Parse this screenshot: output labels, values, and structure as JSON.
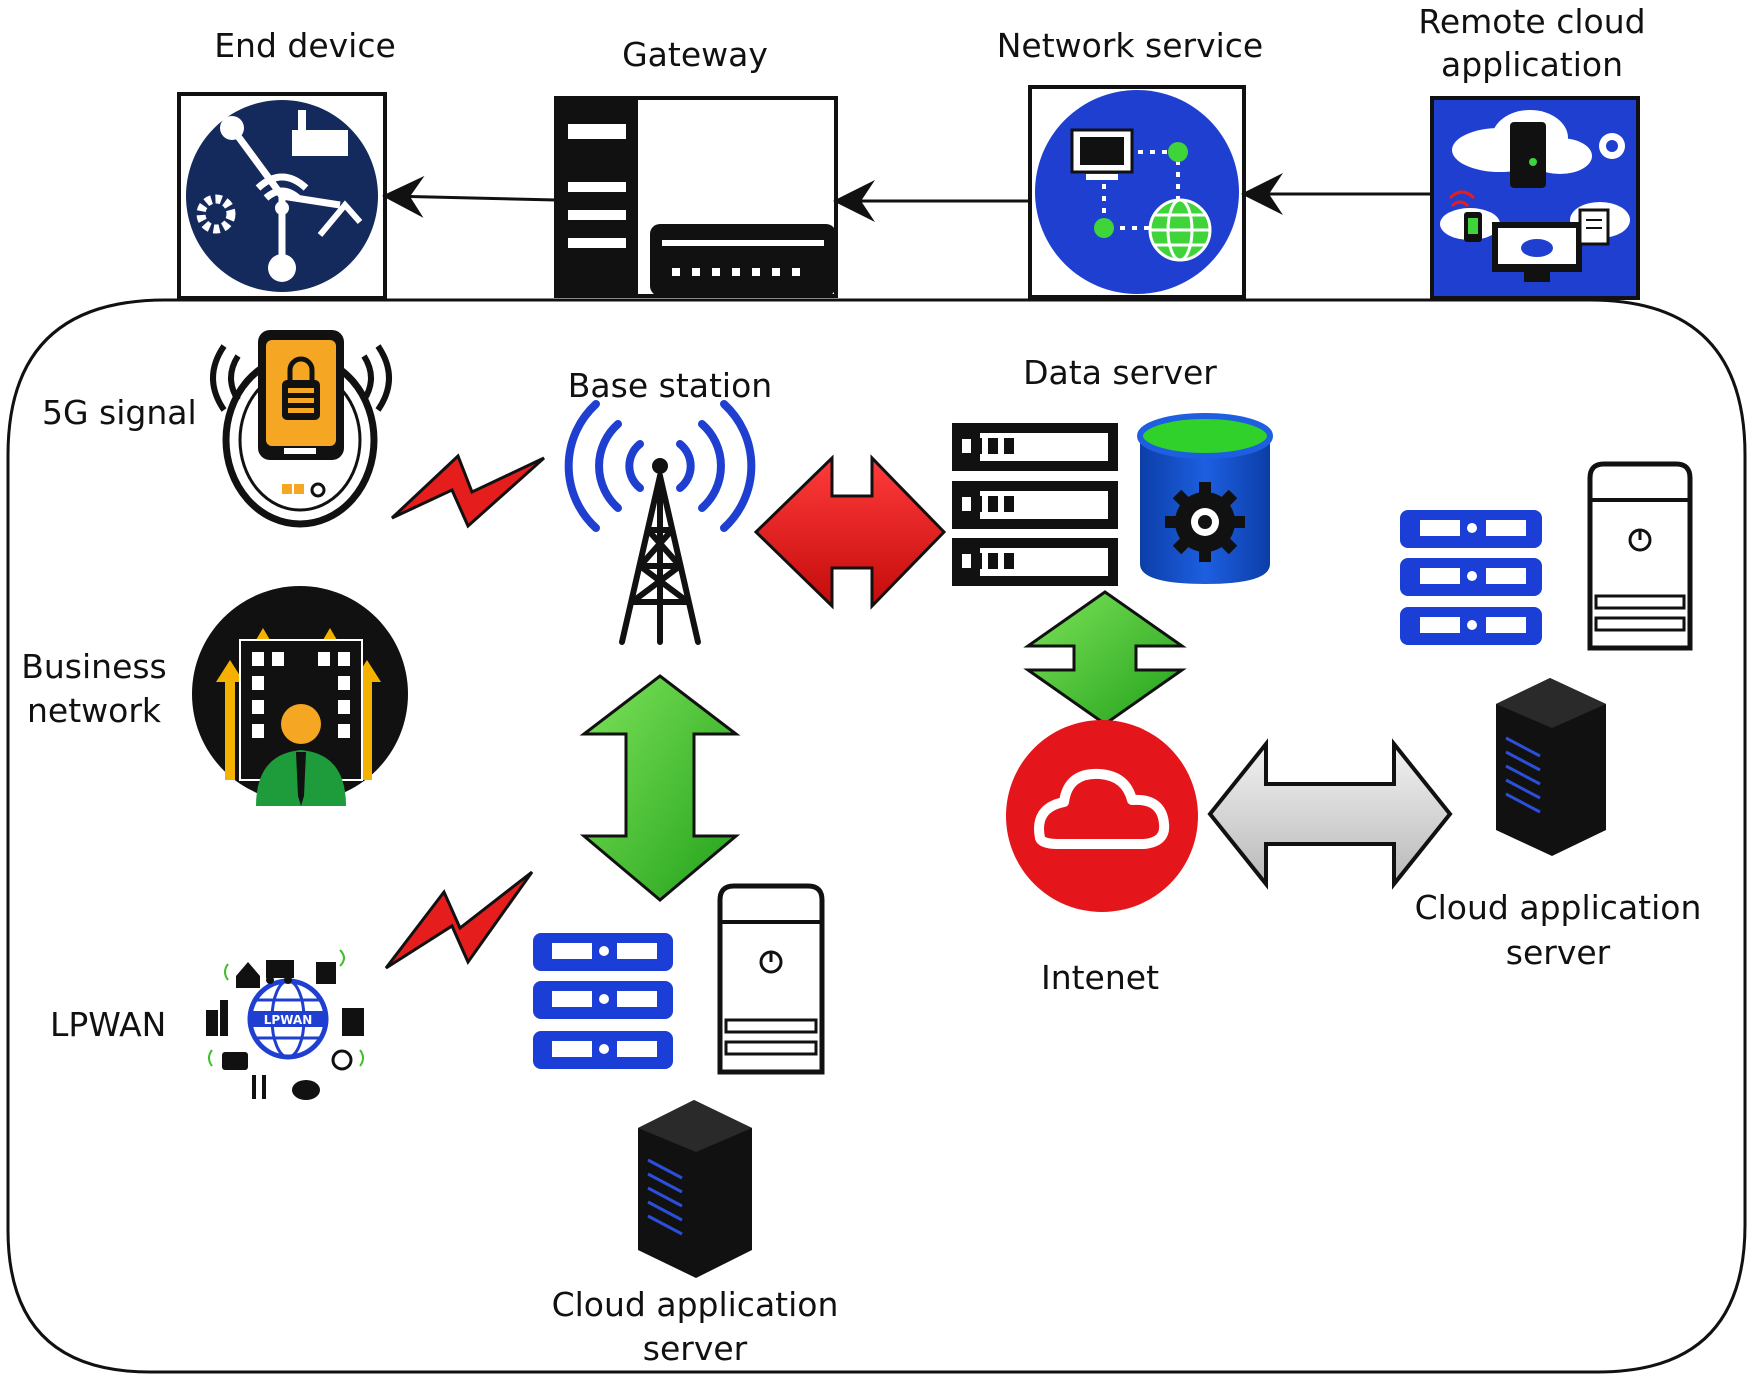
{
  "top_row": {
    "end_device": "End device",
    "gateway": "Gateway",
    "network_service": "Network service",
    "remote_cloud_line1": "Remote cloud",
    "remote_cloud_line2": "application"
  },
  "left_column": {
    "signal_5g": "5G signal",
    "business_line1": "Business",
    "business_line2": "network",
    "lpwan": "LPWAN",
    "lpwan_globe_text": "LPWAN"
  },
  "center": {
    "base_station": "Base station",
    "data_server": "Data server",
    "internet": "Intenet",
    "cloud_app_bottom_line1": "Cloud application",
    "cloud_app_bottom_line2": "server",
    "cloud_app_right_line1": "Cloud application",
    "cloud_app_right_line2": "server"
  },
  "colors": {
    "navy_disc": "#142a5c",
    "royal_blue": "#1f3fd0",
    "server_blue": "#1b3fd6",
    "green_arrow": "#3fbf2a",
    "red_arrow": "#e0141a",
    "grey_arrow": "#d4d4d4",
    "cloud_red": "#e4161c",
    "lightning_red": "#e51d1d",
    "ink": "#111111"
  }
}
